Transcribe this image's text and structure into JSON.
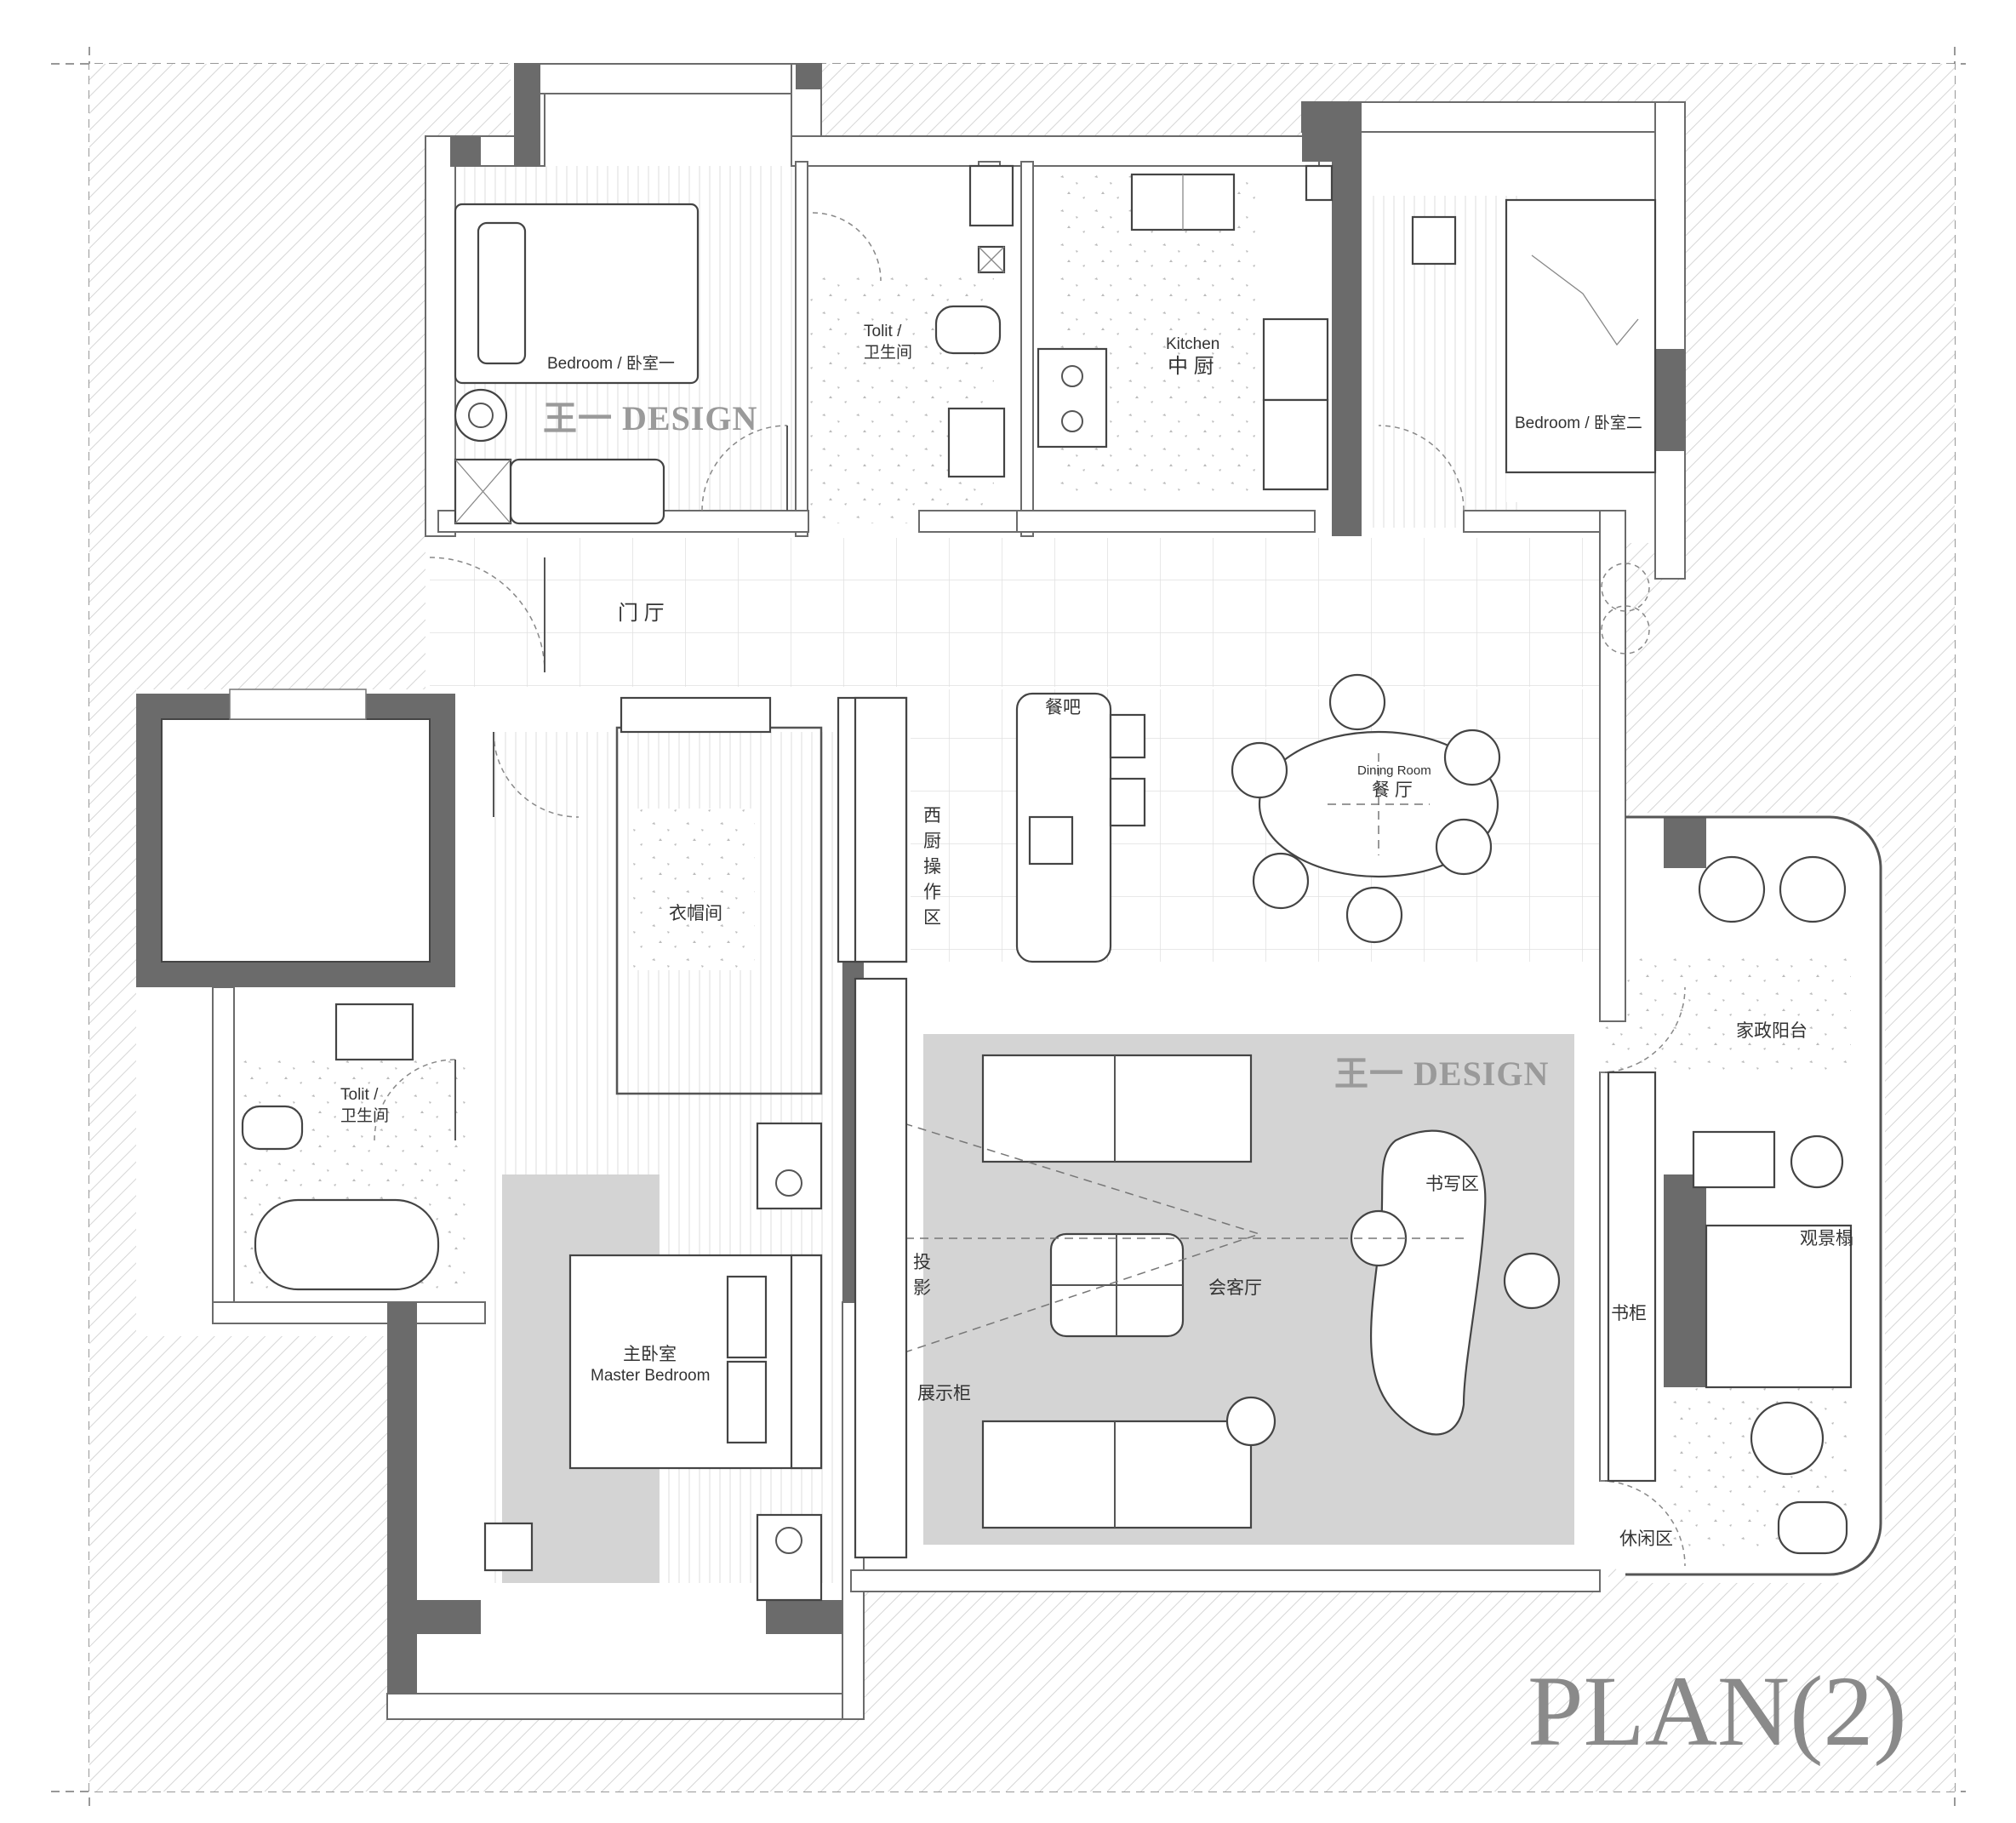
{
  "watermarks": [
    "王一 DESIGN",
    "王一 DESIGN"
  ],
  "plan_title": "PLAN(2)",
  "rooms": {
    "bedroom_one": "Bedroom / 卧室一",
    "toilet_top_en": "Tolit /",
    "toilet_top_cn": "卫生间",
    "kitchen_en": "Kitchen",
    "kitchen_cn": "中 厨",
    "bedroom_two": "Bedroom / 卧室二",
    "entrance": "门 厅",
    "dining_bar": "餐吧",
    "dining_en": "Dining Room",
    "dining_cn": "餐 厅",
    "western_kitchen": [
      "西",
      "厨",
      "操",
      "作",
      "区"
    ],
    "cloakroom": "衣帽间",
    "housework_balcony": "家政阳台",
    "toilet_left_en": "Tolit /",
    "toilet_left_cn": "卫生间",
    "writing_area": "书写区",
    "view_couch": "观景榻",
    "projection": [
      "投",
      "影"
    ],
    "living_room": "会客厅",
    "bookcase": "书柜",
    "master_cn": "主卧室",
    "master_en": "Master Bedroom",
    "display_cabinet": "展示柜",
    "leisure_area": "休闲区"
  }
}
